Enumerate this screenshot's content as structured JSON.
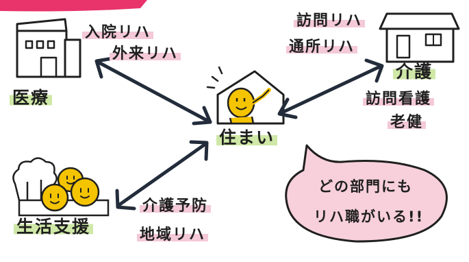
{
  "nodes": {
    "hospital": {
      "name": "医療",
      "services": [
        "入院リハ",
        "外来リハ"
      ]
    },
    "care": {
      "name": "介護",
      "services_left": [
        "訪問リハ",
        "通所リハ"
      ],
      "services_right": [
        "訪問看護",
        "老健"
      ]
    },
    "home": {
      "name": "住まい"
    },
    "life": {
      "name": "生活支援",
      "services": [
        "介護予防",
        "地域リハ"
      ]
    }
  },
  "bubble": {
    "lines": [
      "どの部門にも",
      "リハ職がいる!!"
    ]
  },
  "colors": {
    "pink_highlight": "#f4c9d8",
    "green_highlight": "#cfe8a7",
    "bubble_fill": "#f7d0dc",
    "face": "#f5c400",
    "ink": "#1f1f1f",
    "accent_pink": "#e8336b"
  }
}
